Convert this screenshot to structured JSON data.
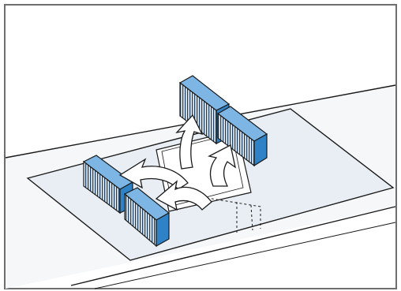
{
  "illustration": {
    "scene": "filters-removal-from-cooktop-vent",
    "colors": {
      "frame": "#6e6e6e",
      "counter_fill": "#f5f7f9",
      "panel_fill": "#e8eef3",
      "outline": "#1a1a1a",
      "filter_side": "#2f82c6",
      "filter_top": "#7db6e4",
      "filter_face": "#e9f0f6",
      "filter_mesh": "#1d3f63",
      "arrow_fill": "#ffffff"
    },
    "parts": [
      {
        "id": "filter-rear-left",
        "icon": "grease-filter-icon"
      },
      {
        "id": "filter-rear-right",
        "icon": "grease-filter-icon"
      },
      {
        "id": "filter-front-left",
        "icon": "grease-filter-icon"
      },
      {
        "id": "filter-front-right",
        "icon": "grease-filter-icon"
      }
    ],
    "arrows": [
      {
        "id": "arrow-lift-rear-left",
        "icon": "curved-arrow-up-icon"
      },
      {
        "id": "arrow-lift-rear-right",
        "icon": "curved-arrow-up-icon"
      },
      {
        "id": "arrow-lift-front-left",
        "icon": "curved-arrow-left-icon"
      },
      {
        "id": "arrow-lift-front-right",
        "icon": "curved-arrow-left-icon"
      }
    ]
  }
}
